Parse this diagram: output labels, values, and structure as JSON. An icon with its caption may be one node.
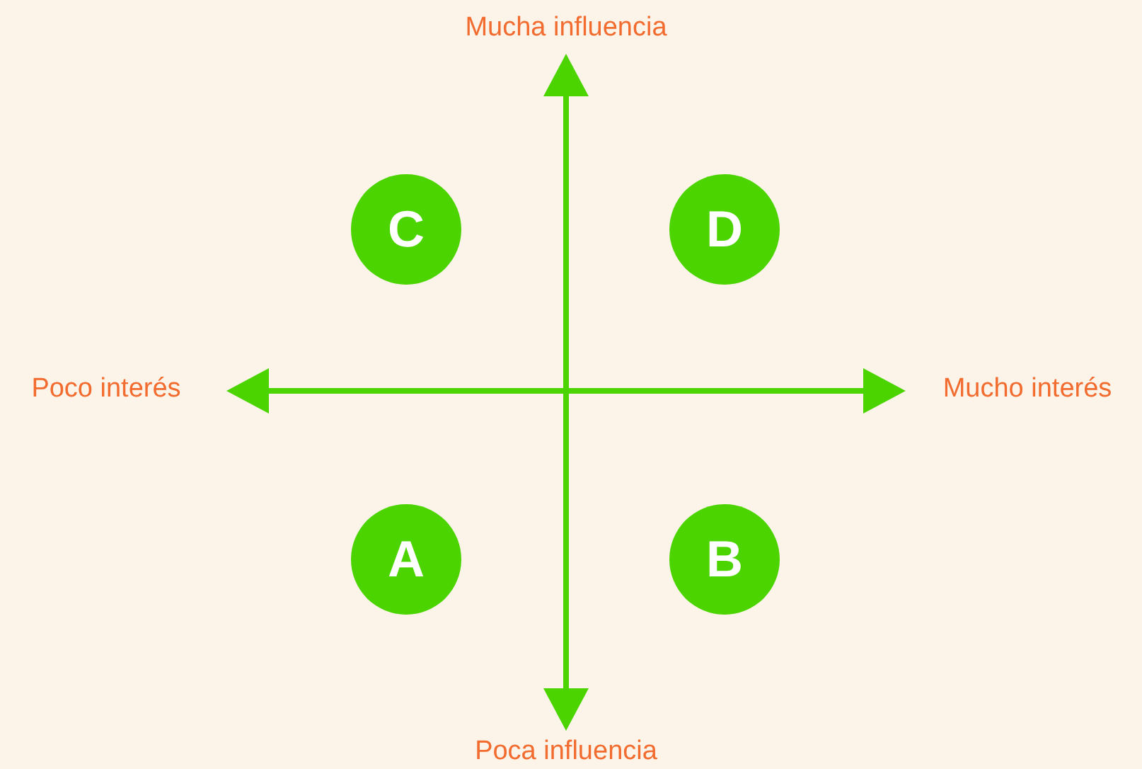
{
  "diagram": {
    "nodes": [
      {
        "text": [
          "C"
        ]
      },
      {
        "text": [
          "D"
        ]
      },
      {
        "text": [
          "A"
        ]
      },
      {
        "text": [
          "B"
        ]
      }
    ],
    "labels": [
      "Mucha influencia",
      "Poco interés",
      "Mucho interés",
      "Poca influencia"
    ]
  }
}
